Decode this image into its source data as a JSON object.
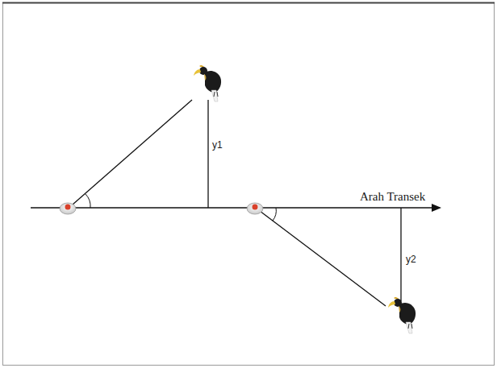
{
  "diagram": {
    "labels": [
      "y1",
      "y2",
      "Arah Transek"
    ]
  }
}
